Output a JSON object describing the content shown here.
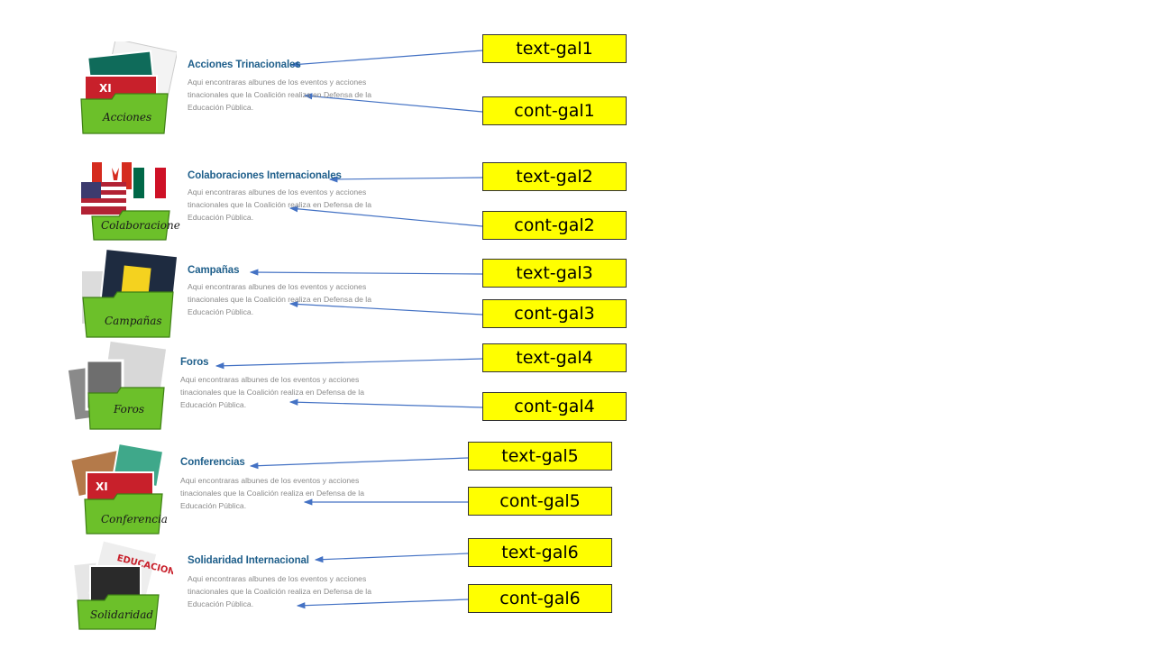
{
  "galleries": [
    {
      "title": "Acciones Trinacionales",
      "desc": "Aqui encontraras albunes de los eventos y acciones tinacionales que la Coalición realiza en Defensa de la Educación Pública.",
      "folder_label": "Acciones",
      "title_callout": "text-gal1",
      "desc_callout": "cont-gal1",
      "thumb_icon": "folder-with-conference-photos-icon"
    },
    {
      "title": "Colaboraciones Internacionales",
      "desc": "Aqui encontraras albunes de los eventos y acciones tinacionales que la Coalición realiza en Defensa de la Educación Pública.",
      "folder_label": "Colaboraciones",
      "title_callout": "text-gal2",
      "desc_callout": "cont-gal2",
      "thumb_icon": "folder-with-flags-icon"
    },
    {
      "title": "Campañas",
      "desc": "Aqui encontraras albunes de los eventos y acciones tinacionales que la Coalición realiza en Defensa de la Educación Pública.",
      "folder_label": "Campañas",
      "title_callout": "text-gal3",
      "desc_callout": "cont-gal3",
      "thumb_icon": "folder-with-posters-icon"
    },
    {
      "title": "Foros",
      "desc": "Aqui encontraras albunes de los eventos y acciones tinacionales que la Coalición realiza en Defensa de la Educación Pública.",
      "folder_label": "Foros",
      "title_callout": "text-gal4",
      "desc_callout": "cont-gal4",
      "thumb_icon": "folder-with-forum-photos-icon"
    },
    {
      "title": "Conferencias",
      "desc": "Aqui encontraras albunes de los eventos y acciones tinacionales que la Coalición realiza en Defensa de la Educación Pública.",
      "folder_label": "Conferencias",
      "title_callout": "text-gal5",
      "desc_callout": "cont-gal5",
      "thumb_icon": "folder-with-conference-photos-icon"
    },
    {
      "title": "Solidaridad Internacional",
      "desc": "Aqui encontraras albunes de los eventos y acciones tinacionales que la Coalición realiza en Defensa de la Educación Pública.",
      "folder_label": "Solidaridad",
      "title_callout": "text-gal6",
      "desc_callout": "cont-gal6",
      "thumb_icon": "folder-with-newspaper-photos-icon"
    }
  ],
  "colors": {
    "title": "#1f5f8b",
    "description": "#8a8a8a",
    "callout_fill": "#ffff00",
    "arrow": "#4472c4",
    "folder_green": "#6cc02a"
  }
}
